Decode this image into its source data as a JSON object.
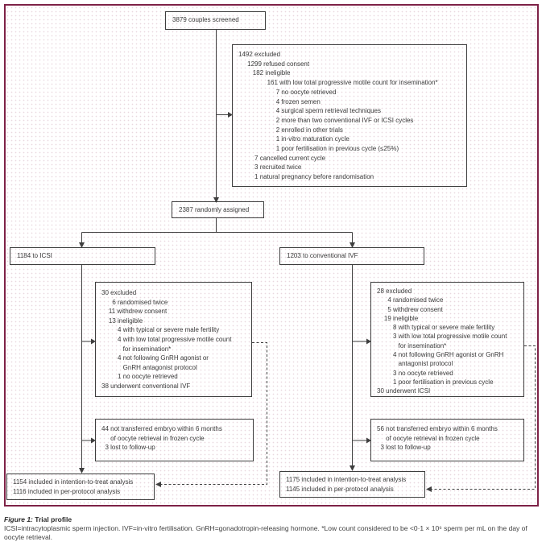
{
  "figure": {
    "caption_label": "Figure 1:",
    "caption_title": "Trial profile",
    "footnote": "ICSI=intracytoplasmic sperm injection. IVF=in-vitro fertilisation. GnRH=gonadotropin-releasing hormone. *Low count considered to be <0·1 × 10⁶ sperm per mL on the day of oocyte retrieval."
  },
  "colors": {
    "frame_border": "#7e2247",
    "line": "#3f3f3f",
    "box_border": "#3e3e3e",
    "text": "#3a3a3a"
  },
  "boxes": {
    "screened": "3879 couples screened",
    "excluded_all": "1492 excluded\n     1299 refused consent\n        182 ineligible\n                161 with low total progressive motile count for insemination*\n                     7 no oocyte retrieved\n                     4 frozen semen\n                     4 surgical sperm retrieval techniques\n                     2 more than two conventional IVF or ICSI cycles\n                     2 enrolled in other trials\n                     1 in-vitro maturation cycle\n                     1 poor fertilisation in previous cycle (≤25%)\n         7 cancelled current cycle\n         3 recruited twice\n         1 natural pregnancy before randomisation",
    "assigned": "2387 randomly assigned",
    "arm_icsi": "1184 to ICSI",
    "arm_ivf": "1203 to conventional IVF",
    "excluded_icsi": "30 excluded\n      6 randomised twice\n    11 withdrew consent\n    13 ineligible\n         4 with typical or severe male fertility\n         4 with low total progressive motile count\n            for insemination*\n         4 not following GnRH agonist or\n            GnRH antagonist protocol\n         1 no oocyte retrieved\n38 underwent conventional IVF",
    "excluded_ivf": "28 excluded\n      4 randomised twice\n      5 withdrew consent\n    19 ineligible\n         8 with typical or severe male fertility\n         3 with low total progressive motile count\n            for insemination*\n         4 not following GnRH agonist or GnRH\n            antagonist protocol\n         3 no oocyte retrieved\n         1 poor fertilisation in previous cycle\n30 underwent ICSI",
    "not_transferred_icsi": "44 not transferred embryo within 6 months\n     of oocyte retrieval in frozen cycle\n  3 lost to follow-up",
    "not_transferred_ivf": "56 not transferred embryo within 6 months\n     of oocyte retrieval in frozen cycle\n  3 lost to follow-up",
    "analysis_icsi": "1154 included in intention-to-treat analysis\n1116 included in per-protocol analysis",
    "analysis_ivf": "1175 included in intention-to-treat analysis\n1145 included in per-protocol analysis"
  }
}
